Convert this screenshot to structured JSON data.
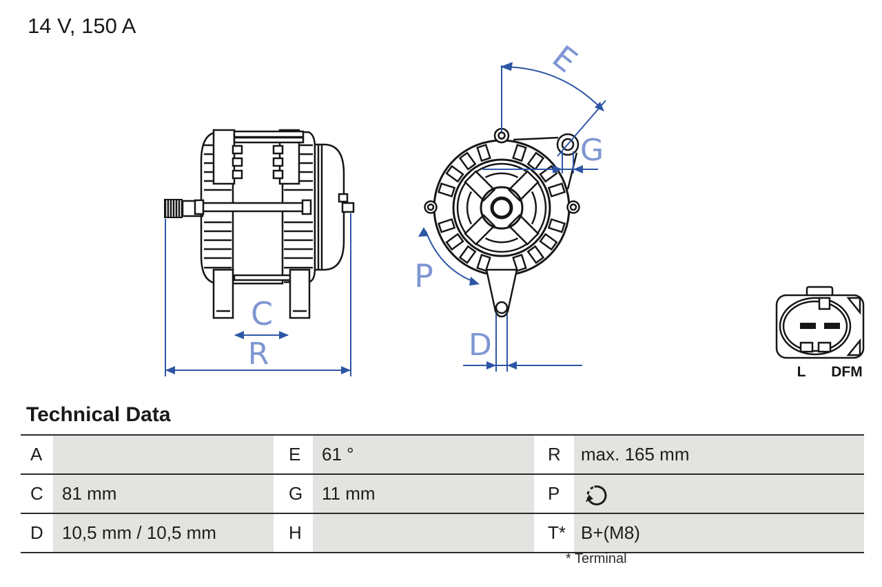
{
  "title": "14 V, 150 A",
  "drawing": {
    "dim_labels": {
      "c": "C",
      "r": "R",
      "d": "D",
      "e": "E",
      "g": "G",
      "p": "P"
    },
    "connector": {
      "pin_left": "L",
      "pin_right": "DFM"
    },
    "icons": [
      "rotation-direction-icon"
    ],
    "colors": {
      "drawing_line": "#161616",
      "dimension_line": "#2d55a5",
      "dimension_letter": "#7e96d2",
      "table_cell_gray": "#e3e3e1",
      "table_border": "#2b2b29"
    }
  },
  "technical_data": {
    "heading": "Technical Data",
    "rows": [
      [
        {
          "label": "A",
          "value": ""
        },
        {
          "label": "E",
          "value": "61 °"
        },
        {
          "label": "R",
          "value": "max. 165 mm"
        }
      ],
      [
        {
          "label": "C",
          "value": "81 mm"
        },
        {
          "label": "G",
          "value": "11 mm"
        },
        {
          "label": "P",
          "value": "",
          "icon": "rotation-direction-icon"
        }
      ],
      [
        {
          "label": "D",
          "value": "10,5 mm / 10,5 mm"
        },
        {
          "label": "H",
          "value": ""
        },
        {
          "label": "T*",
          "value": "B+(M8)"
        }
      ]
    ],
    "footnote": "* Terminal"
  }
}
